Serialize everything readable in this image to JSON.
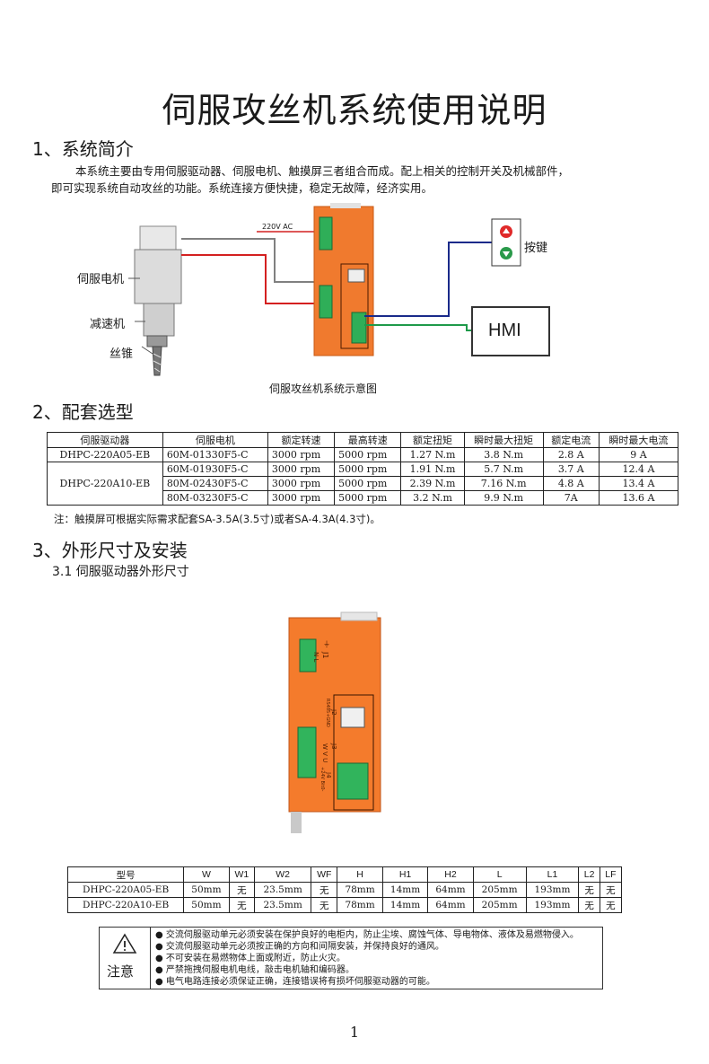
{
  "title": "伺服攻丝机系统使用说明",
  "section1": {
    "heading": "1、系统简介",
    "intro_line1": "本系统主要由专用伺服驱动器、伺服电机、触摸屏三者组合而成。配上相关的控制开关及机械部件，",
    "intro_line2": "即可实现系统自动攻丝的功能。系统连接方便快捷，稳定无故障，经济实用。"
  },
  "diagram": {
    "label_motor": "伺服电机",
    "label_reducer": "减速机",
    "label_tap": "丝锥",
    "label_power": "220V AC",
    "label_buttons": "按键",
    "label_hmi": "HMI",
    "caption": "伺服攻丝机系统示意图",
    "driver_color": "#f07a2e",
    "wire_red": "#d42020",
    "wire_blue": "#1a2a8a",
    "wire_green": "#1e9a4a",
    "wire_gray": "#808080"
  },
  "section2": {
    "heading": "2、配套选型",
    "headers": [
      "伺服驱动器",
      "伺服电机",
      "额定转速",
      "最高转速",
      "额定扭矩",
      "瞬时最大扭矩",
      "额定电流",
      "瞬时最大电流"
    ],
    "drivers": [
      "DHPC-220A05-EB",
      "DHPC-220A10-EB"
    ],
    "rows": [
      [
        "60M-01330F5-C",
        "3000 rpm",
        "5000 rpm",
        "1.27 N.m",
        "3.8 N.m",
        "2.8 A",
        "9 A"
      ],
      [
        "60M-01930F5-C",
        "3000 rpm",
        "5000 rpm",
        "1.91 N.m",
        "5.7 N.m",
        "3.7 A",
        "12.4 A"
      ],
      [
        "80M-02430F5-C",
        "3000 rpm",
        "5000 rpm",
        "2.39 N.m",
        "7.16 N.m",
        "4.8 A",
        "13.4 A"
      ],
      [
        "80M-03230F5-C",
        "3000 rpm",
        "5000 rpm",
        "3.2 N.m",
        "9.9 N.m",
        "7A",
        "13.6 A"
      ]
    ],
    "note": "注：触摸屏可根据实际需求配套SA-3.5A(3.5寸)或者SA-4.3A(4.3寸)。"
  },
  "section3": {
    "heading": "3、外形尺寸及安装",
    "sub_heading": "3.1 伺服驱动器外形尺寸",
    "drive_labels": {
      "j1": "J1",
      "j1_pins": "N  L",
      "j2": "J2",
      "j2_sub": "RS485+GND",
      "j3": "J3",
      "j3_pins": "W  V  U",
      "j4": "J4",
      "j4_sub": "+24V  Bit0-",
      "gnd": "⏚"
    },
    "dims_headers": [
      "型号",
      "W",
      "W1",
      "W2",
      "WF",
      "H",
      "H1",
      "H2",
      "L",
      "L1",
      "L2",
      "LF"
    ],
    "dims_rows": [
      [
        "DHPC-220A05-EB",
        "50mm",
        "无",
        "23.5mm",
        "无",
        "78mm",
        "14mm",
        "64mm",
        "205mm",
        "193mm",
        "无",
        "无"
      ],
      [
        "DHPC-220A10-EB",
        "50mm",
        "无",
        "23.5mm",
        "无",
        "78mm",
        "14mm",
        "64mm",
        "205mm",
        "193mm",
        "无",
        "无"
      ]
    ]
  },
  "caution": {
    "label": "注意",
    "items": [
      "交流伺服驱动单元必须安装在保护良好的电柜内，防止尘埃、腐蚀气体、导电物体、液体及易燃物侵入。",
      "交流伺服驱动单元必须按正确的方向和间隔安装，并保持良好的通风。",
      "不可安装在易燃物体上面或附近，防止火灾。",
      "严禁拖拽伺服电机电线，敲击电机轴和编码器。",
      "电气电路连接必须保证正确，连接错误将有损坏伺服驱动器的可能。"
    ]
  },
  "page_number": "1"
}
